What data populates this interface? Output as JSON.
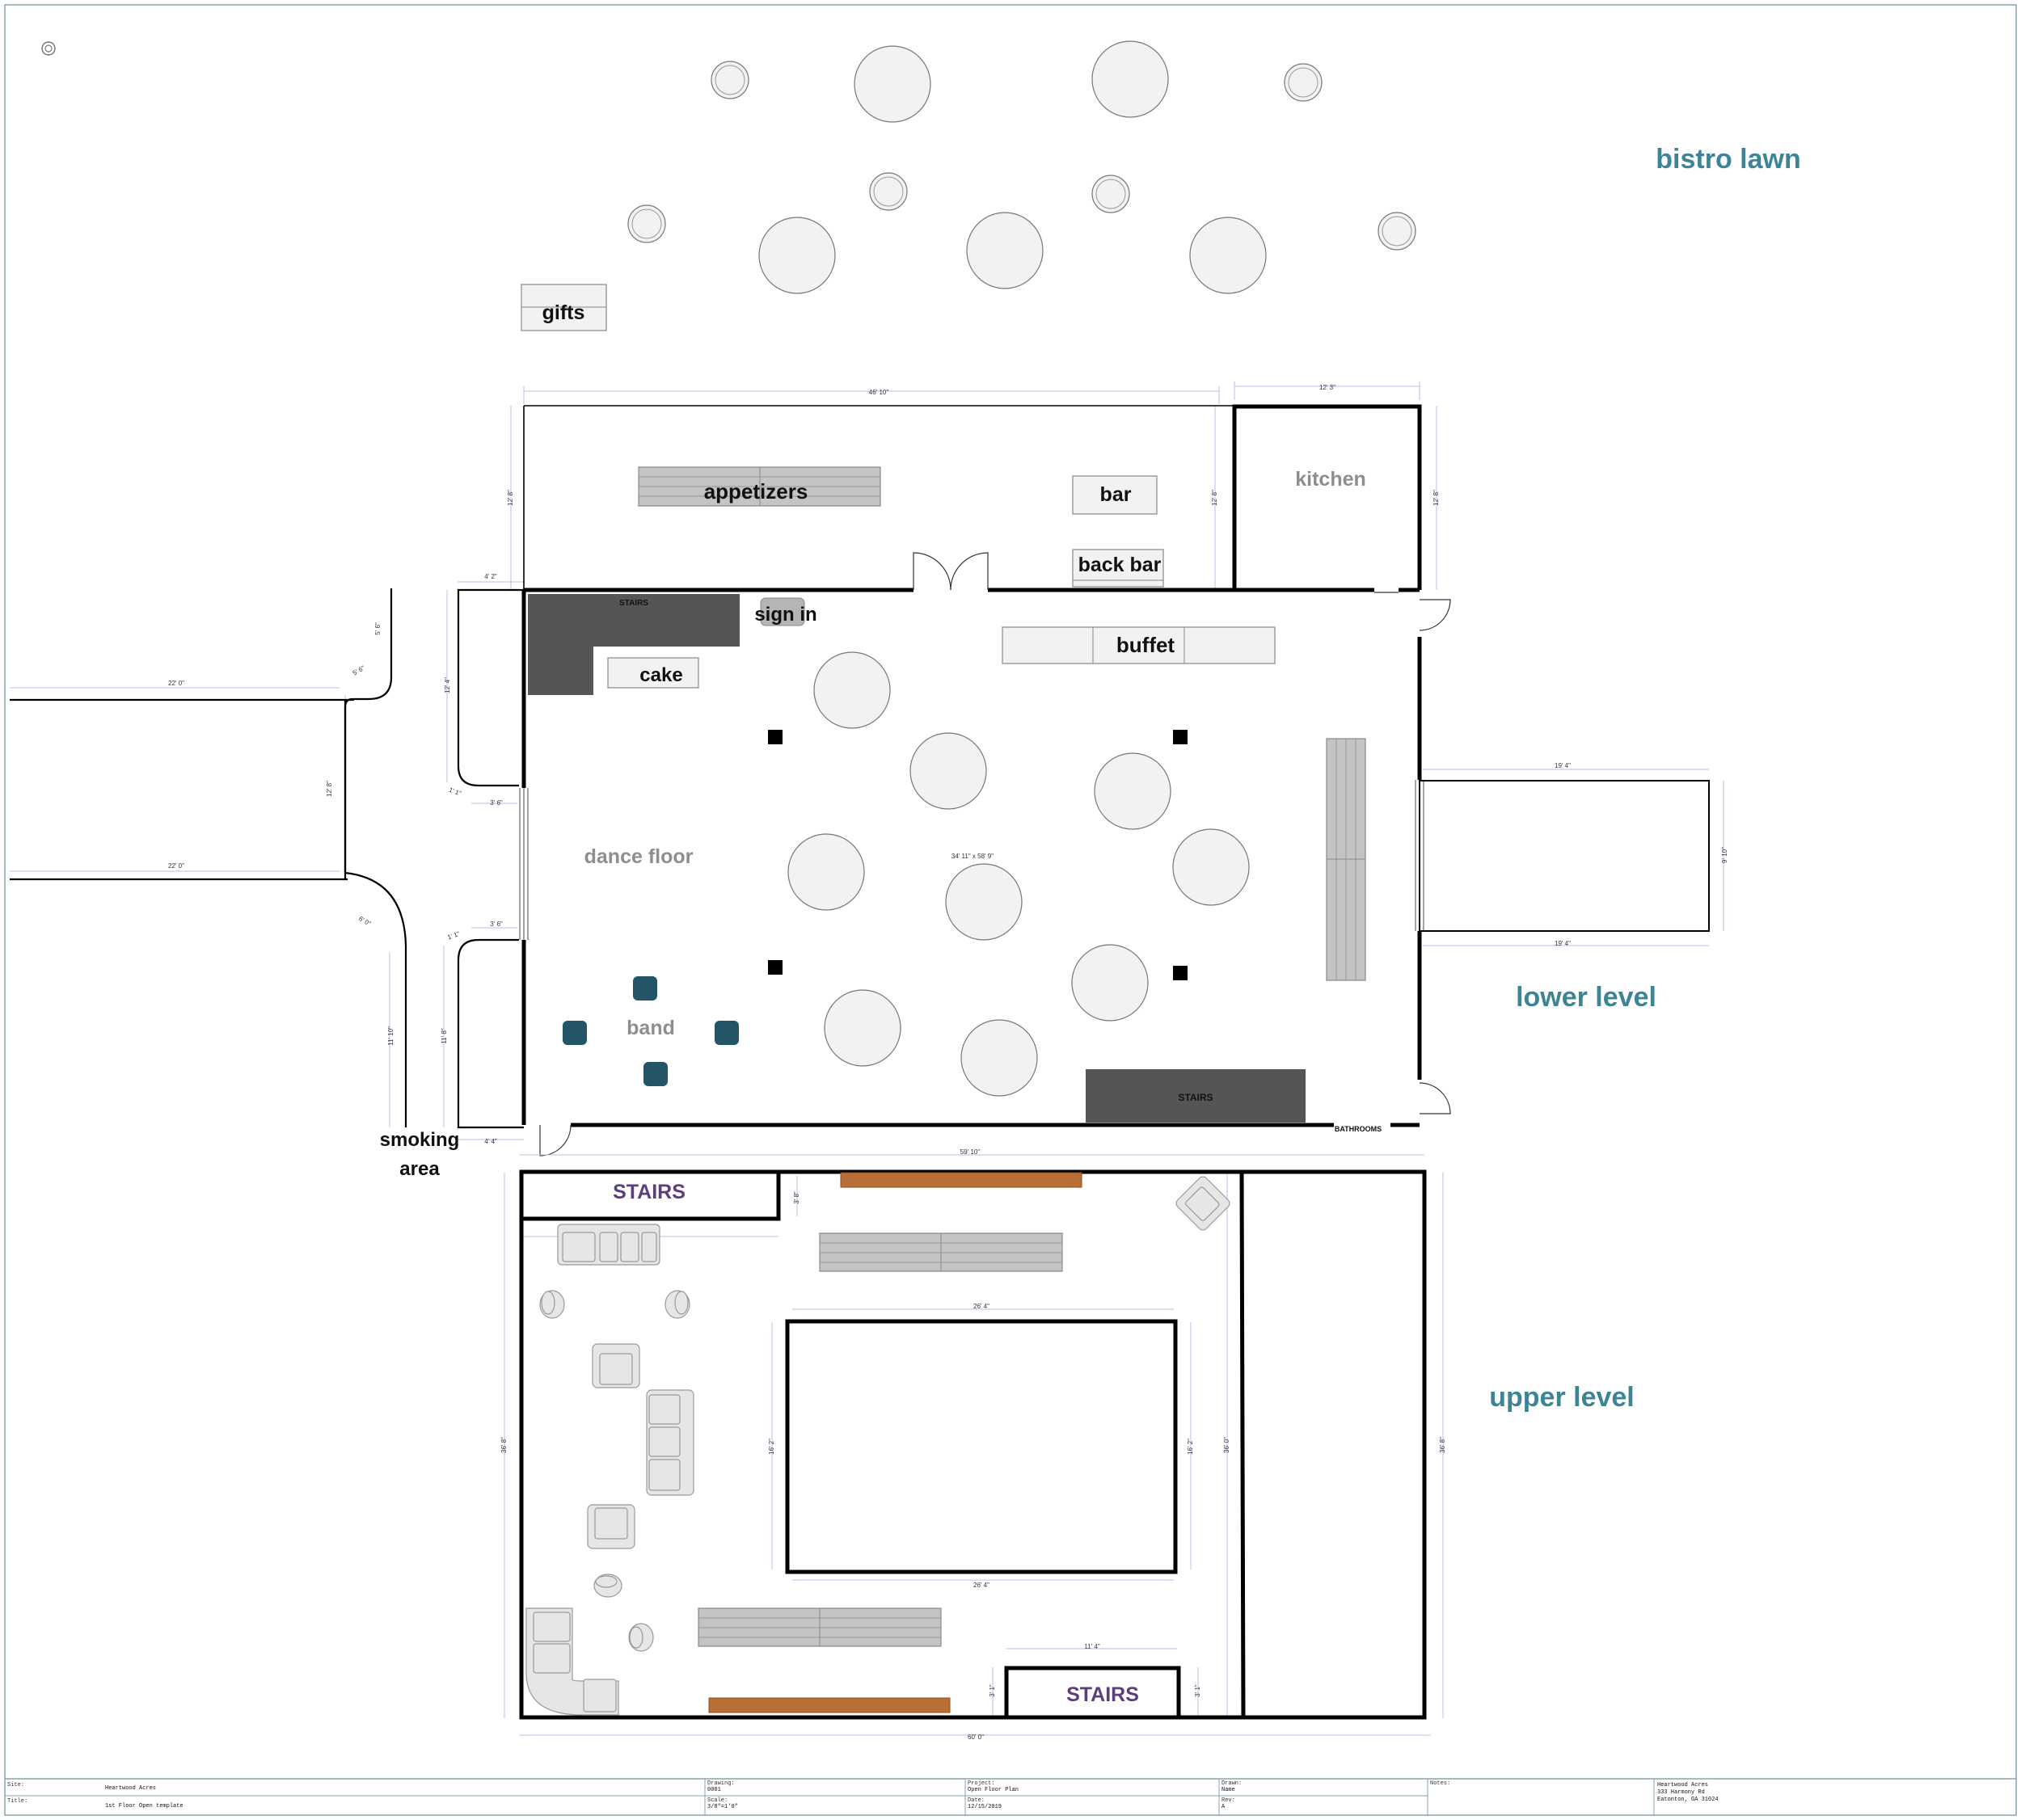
{
  "labels": {
    "bistro_lawn": "bistro lawn",
    "gifts": "gifts",
    "appetizers": "appetizers",
    "bar": "bar",
    "back_bar": "back bar",
    "kitchen": "kitchen",
    "stairs_small": "STAIRS",
    "sign_in": "sign in",
    "cake": "cake",
    "buffet": "buffet",
    "dance_floor": "dance floor",
    "room_dim": "34' 11\" x 58' 9\"",
    "band": "band",
    "stairs_lower": "STAIRS",
    "bathrooms": "BATHROOMS",
    "lower_level": "lower level",
    "smoking_line1": "smoking",
    "smoking_line2": "area",
    "upper_level": "upper level",
    "stairs_upper_top": "STAIRS",
    "stairs_upper_bottom": "STAIRS"
  },
  "dimensions": {
    "top_width": "46' 10\"",
    "kitchen_width": "12' 3\"",
    "left_height": "12' 8\"",
    "mid_height": "12' 8\"",
    "kitchen_height": "12' 8\"",
    "porch_width": "4' 2\"",
    "porch_height": "12' 4\"",
    "stub_a": "5' 6\"",
    "stub_b": "5' 6\"",
    "walk_top": "22' 0\"",
    "walk_bottom": "22' 0\"",
    "walk_height": "12' 8\"",
    "curve_b": "6' 0\"",
    "door_a": "3' 6\"",
    "door_b": "3' 6\"",
    "small_a": "1' 1\"",
    "small_b": "1' 1\"",
    "smoke_h": "11' 10\"",
    "porch_h2": "11' 8\"",
    "porch_w2": "4' 4\"",
    "deck_top": "19' 4\"",
    "deck_bottom": "19' 4\"",
    "deck_h": "9' 10\"",
    "upper_width": "59' 10\"",
    "upper_bottom": "60' 0\"",
    "upper_left_h": "36' 8\"",
    "upper_mid_h": "36' 0\"",
    "upper_right_h": "36' 8\"",
    "stair_h": "3' 8\"",
    "inner_top": "26' 4\"",
    "inner_bottom": "26' 4\"",
    "inner_left": "16' 2\"",
    "inner_right": "16' 2\"",
    "stair2_w": "11' 4\"",
    "stair2_l": "3' 1\"",
    "stair2_r": "3' 1\""
  },
  "title_block": {
    "site_label": "Site:",
    "site_value": "Heartwood Acres",
    "title_label": "Title:",
    "title_value": "1st Floor Open template",
    "drawing_label": "Drawing:",
    "drawing_value": "0001",
    "scale_label": "Scale:",
    "scale_value": "3/8\"=1'0\"",
    "project_label": "Project:",
    "project_value": "Open Floor Plan",
    "date_label": "Date:",
    "date_value": "12/15/2019",
    "drawn_label": "Drawn:",
    "drawn_value": "Name",
    "rev_label": "Rev:",
    "rev_value": "A",
    "notes_label": "Notes:",
    "address_1": "Heartwood Acres",
    "address_2": "333 Harmony Rd",
    "address_3": "Eatonton, GA 31024"
  },
  "colors": {
    "teal": "#3d8596",
    "purple": "#5b3f7a",
    "stairs_fill": "#555555",
    "stool": "#245467",
    "mantle": "#b96f36"
  }
}
